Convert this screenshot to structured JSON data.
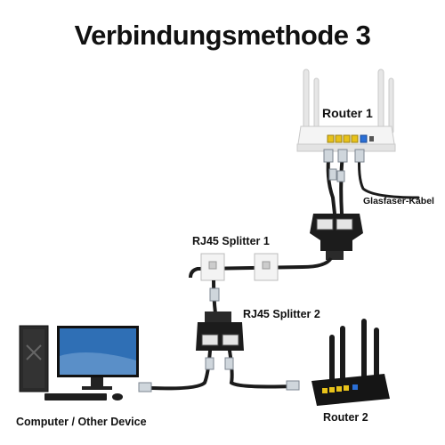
{
  "title": "Verbindungsmethode 3",
  "labels": {
    "router1": "Router 1",
    "fiber_cable": "Glasfaser-Kabel",
    "splitter1": "RJ45 Splitter 1",
    "splitter2": "RJ45 Splitter 2",
    "computer": "Computer / Other Device",
    "router2": "Router 2"
  },
  "colors": {
    "cable": "#1b1b1b",
    "router1_body": "#f2f2f2",
    "port_yellow": "#e8c21a",
    "port_blue": "#2a6fd6",
    "monitor_screen": "#2f6fb5"
  }
}
